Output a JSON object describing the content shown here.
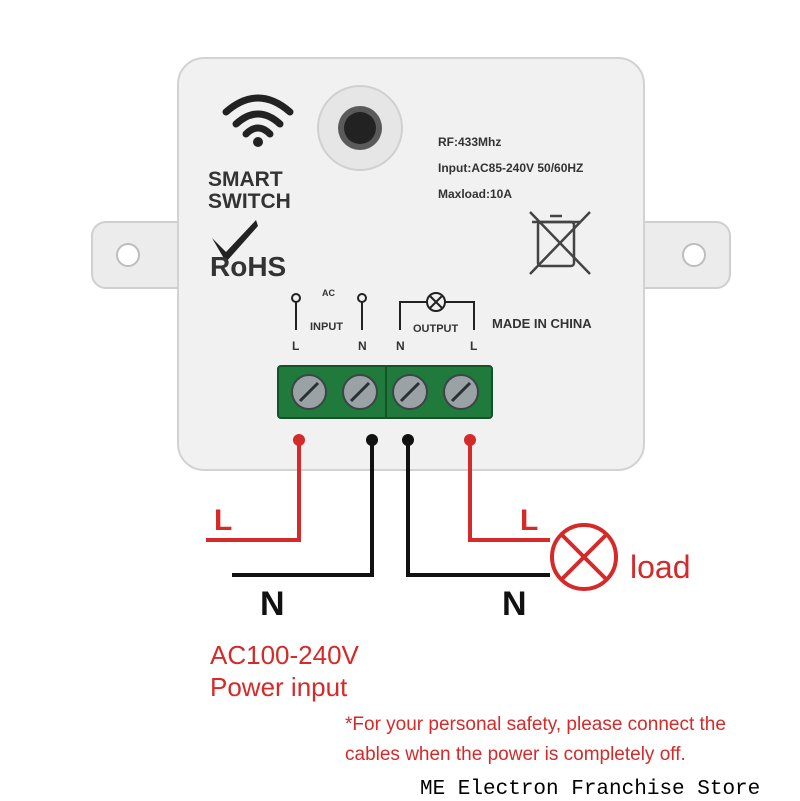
{
  "device": {
    "brand_line1": "SMART",
    "brand_line2": "SWITCH",
    "rohs": "RoHS",
    "spec_rf": "RF:433Mhz",
    "spec_input": "Input:AC85-240V 50/60HZ",
    "spec_maxload": "Maxload:10A",
    "origin": "MADE IN CHINA",
    "ac": "AC",
    "input_label": "INPUT",
    "output_label": "OUTPUT",
    "terminal_L1": "L",
    "terminal_N1": "N",
    "terminal_N2": "N",
    "terminal_L2": "L"
  },
  "wiring": {
    "live_in": "L",
    "neutral_in": "N",
    "live_out": "L",
    "neutral_out": "N",
    "load": "load",
    "colors": {
      "live": "#d42a2a",
      "neutral": "#111111"
    }
  },
  "captions": {
    "power_line1": "AC100-240V",
    "power_line2": "Power input",
    "safety_line1": "*For your personal safety, please connect the",
    "safety_line2": "cables when the power is completely off."
  },
  "watermark": "ME Electron Franchise Store"
}
